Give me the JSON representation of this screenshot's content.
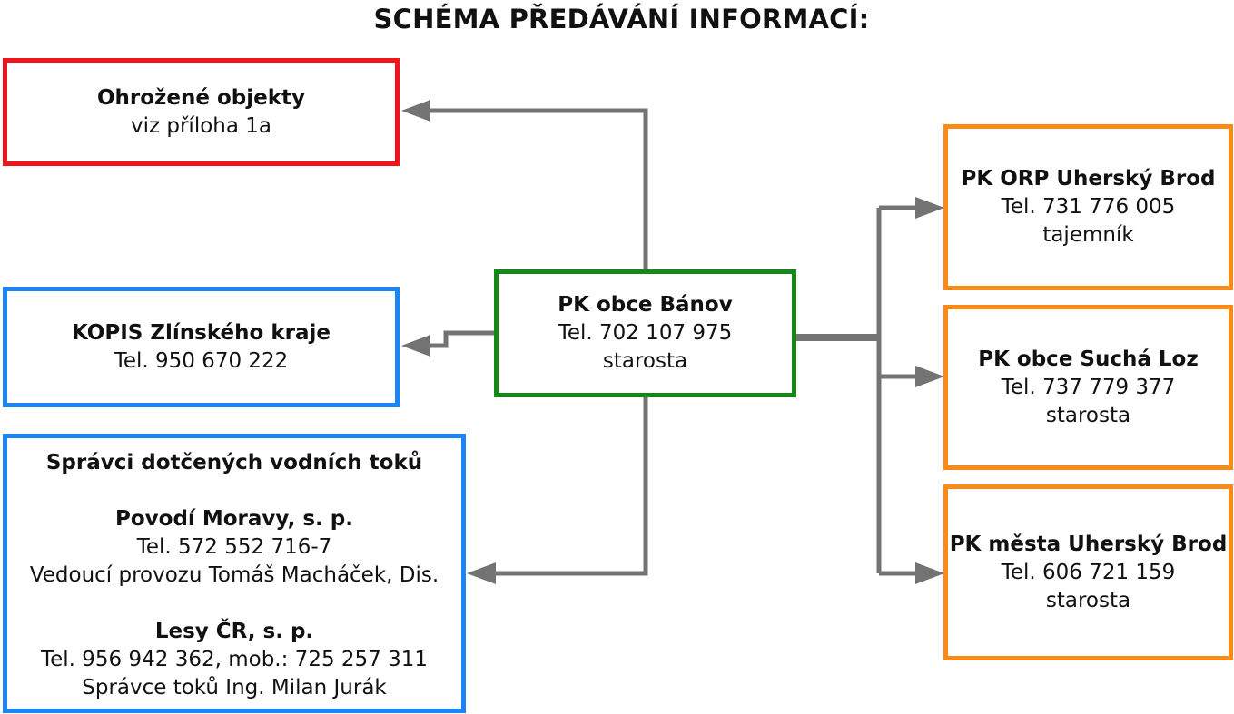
{
  "title": "SCHÉMA PŘEDÁVÁNÍ INFORMACÍ:",
  "colors": {
    "red": "#f2141b",
    "blue": "#1b85f3",
    "green": "#138a16",
    "orange": "#fb8a16",
    "connector": "#737373"
  },
  "center": {
    "name": "PK obce Bánov",
    "phone": "Tel. 702 107 975",
    "role": "starosta"
  },
  "threatened": {
    "name": "Ohrožené objekty",
    "note": "viz příloha 1a"
  },
  "kopis": {
    "name": "KOPIS Zlínského kraje",
    "phone": "Tel. 950 670 222"
  },
  "water": {
    "heading": "Správci dotčených vodních toků",
    "org1": {
      "name": "Povodí Moravy, s. p.",
      "phone": "Tel. 572 552 716-7",
      "contact": "Vedoucí provozu Tomáš Macháček, Dis."
    },
    "org2": {
      "name": "Lesy ČR, s. p.",
      "phone": "Tel. 956 942 362, mob.: 725 257 311",
      "contact": "Správce toků Ing. Milan Jurák"
    }
  },
  "orp": {
    "name": "PK ORP Uherský Brod",
    "phone": "Tel. 731 776 005",
    "role": "tajemník"
  },
  "sucha": {
    "name": "PK obce Suchá Loz",
    "phone": "Tel. 737 779 377",
    "role": "starosta"
  },
  "mesto": {
    "name": "PK města Uherský Brod",
    "phone": "Tel. 606 721 159",
    "role": "starosta"
  }
}
